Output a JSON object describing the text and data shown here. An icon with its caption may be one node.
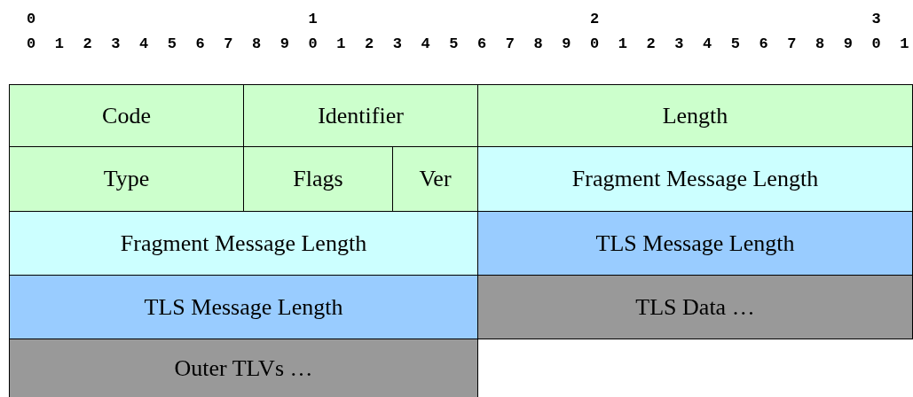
{
  "diagram": {
    "nodes": [
      {
        "text": [
          "Code"
        ]
      },
      {
        "text": [
          "Identifier"
        ]
      },
      {
        "text": [
          "Length"
        ]
      },
      {
        "text": [
          "Type"
        ]
      },
      {
        "text": [
          "Flags"
        ]
      },
      {
        "text": [
          "Ver"
        ]
      },
      {
        "text": [
          "Fragment Message Length"
        ]
      },
      {
        "text": [
          "Fragment Message Length"
        ]
      },
      {
        "text": [
          "TLS Message Length"
        ]
      },
      {
        "text": [
          "TLS Message Length"
        ]
      },
      {
        "text": [
          "TLS Data …"
        ]
      },
      {
        "text": [
          "Outer TLVs …"
        ]
      }
    ],
    "edges": [],
    "labels": [
      "0",
      "1",
      "2",
      "3",
      "0",
      "1",
      "2",
      "3",
      "4",
      "5",
      "6",
      "7",
      "8",
      "9",
      "0",
      "1",
      "2",
      "3",
      "4",
      "5",
      "6",
      "7",
      "8",
      "9",
      "0",
      "1",
      "2",
      "3",
      "4",
      "5",
      "6",
      "7",
      "8",
      "9",
      "0",
      "1"
    ]
  }
}
